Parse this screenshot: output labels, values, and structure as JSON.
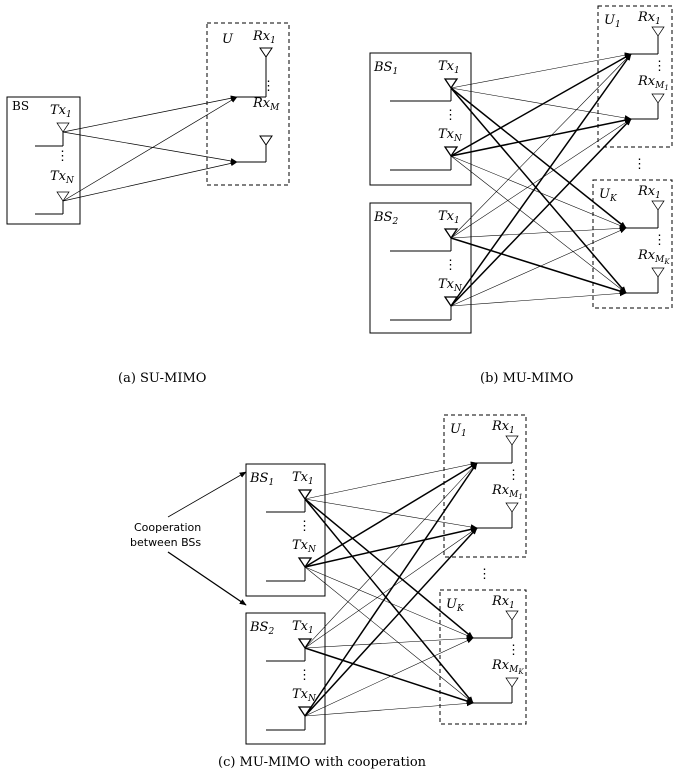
{
  "captions": {
    "a": "(a)  SU-MIMO",
    "b": "(b)  MU-MIMO",
    "c": "(c)  MU-MIMO with cooperation"
  },
  "labels": {
    "bs": "BS",
    "u": "U",
    "bs_prefix": "BS",
    "u_prefix": "U",
    "tx": "Tx",
    "rx": "Rx",
    "sub_1": "1",
    "sub_2": "2",
    "sub_N": "N",
    "sub_M": "M",
    "sub_K": "K",
    "coop_line1": "Cooperation",
    "coop_line2": "between BSs"
  }
}
